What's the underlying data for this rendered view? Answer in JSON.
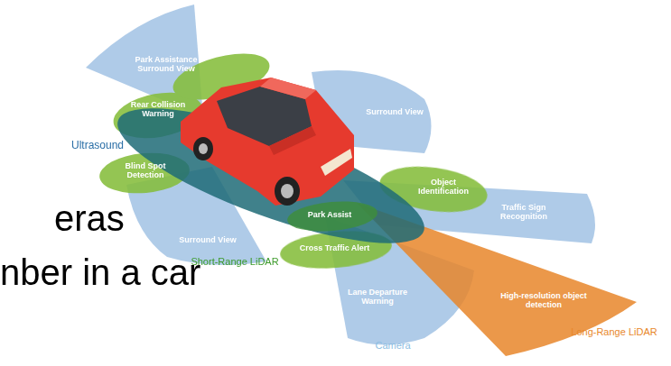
{
  "diagram": {
    "labels": [
      "Park Assistance Surround View",
      "Rear Collision Warning",
      "Ultrasound",
      "Blind Spot Detection",
      "Surround View",
      "Object Identification",
      "Traffic Sign Recognition",
      "Park Assist",
      "Surround View",
      "Cross Traffic Alert",
      "Short-Range LiDAR",
      "Lane Departure Warning",
      "High-resolution object detection",
      "Long-Range LiDAR",
      "Camera",
      "eras",
      "nber in a car"
    ]
  }
}
